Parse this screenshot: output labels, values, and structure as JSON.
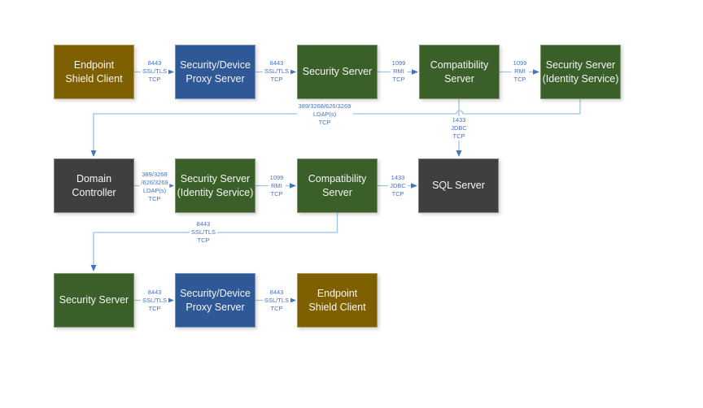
{
  "colors": {
    "box_gold": "#7F6000",
    "box_blue": "#2F5897",
    "box_green": "#3A5F28",
    "box_gray": "#3F3F3F",
    "line_blue": "#9DC3E6",
    "accent_blue": "#4472C4",
    "canvas_bg": "#FFFFFF"
  },
  "nodes": [
    {
      "id": "endpoint-shield-client-top",
      "label": "Endpoint\nShield Client"
    },
    {
      "id": "proxy-server-top",
      "label": "Security/Device\nProxy Server"
    },
    {
      "id": "security-server-top",
      "label": "Security Server"
    },
    {
      "id": "compatibility-server-top",
      "label": "Compatibility\nServer"
    },
    {
      "id": "security-server-identity-top",
      "label": "Security Server\n(Identity Service)"
    },
    {
      "id": "domain-controller",
      "label": "Domain\nController"
    },
    {
      "id": "security-server-identity-mid",
      "label": "Security Server\n(Identity Service)"
    },
    {
      "id": "compatibility-server-mid",
      "label": "Compatibility\nServer"
    },
    {
      "id": "sql-server",
      "label": "SQL Server"
    },
    {
      "id": "security-server-bottom",
      "label": "Security Server"
    },
    {
      "id": "proxy-server-bottom",
      "label": "Security/Device\nProxy Server"
    },
    {
      "id": "endpoint-shield-client-bottom",
      "label": "Endpoint\nShield Client"
    }
  ],
  "edge_labels": [
    {
      "id": "client-to-proxy-top",
      "label": "8443\nSSL/TLS\nTCP"
    },
    {
      "id": "proxy-to-security-top",
      "label": "8443\nSSL/TLS\nTCP"
    },
    {
      "id": "security-to-compat-top",
      "label": "1099\nRMI\nTCP"
    },
    {
      "id": "compat-to-identity-top",
      "label": "1099\nRMI\nTCP"
    },
    {
      "id": "identity-to-domain-ldap",
      "label": "389/3268/626/3269\nLDAP(s)\nTCP"
    },
    {
      "id": "compat-to-sql-jdbc",
      "label": "1433\nJDBC\nTCP"
    },
    {
      "id": "domain-to-identity-mid",
      "label": "389/3268\n/626/3269\nLDAP(s)\nTCP"
    },
    {
      "id": "identity-to-compat-mid",
      "label": "1099\nRMI\nTCP"
    },
    {
      "id": "compat-to-sql-mid",
      "label": "1433\nJDBC\nTCP"
    },
    {
      "id": "compat-to-security-bottom",
      "label": "8443\nSSL/TLS\nTCP"
    },
    {
      "id": "security-to-proxy-bottom",
      "label": "8443\nSSL/TLS\nTCP"
    },
    {
      "id": "proxy-to-client-bottom",
      "label": "8443\nSSL/TLS\nTCP"
    }
  ]
}
